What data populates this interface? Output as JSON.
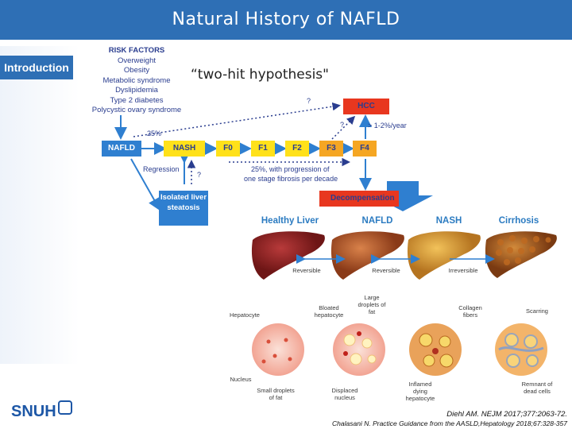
{
  "header": {
    "title": "Natural History of NAFLD"
  },
  "sidebar": {
    "section_label": "Introduction",
    "logo_text": "SNUH"
  },
  "hypothesis": "“two-hit hypothesis\"",
  "risk_factors": {
    "heading": "RISK FACTORS",
    "items": [
      "Overweight",
      "Obesity",
      "Metabolic syndrome",
      "Dyslipidemia",
      "Type 2 diabetes",
      "Polycystic ovary syndrome"
    ]
  },
  "flow": {
    "nafld": "NAFLD",
    "nash": "NASH",
    "f0": "F0",
    "f1": "F1",
    "f2": "F2",
    "f3": "F3",
    "f4": "F4",
    "hcc": "HCC",
    "pct_25": "25%",
    "regression": "Regression",
    "q1": "?",
    "q2": "?",
    "q3": "?",
    "hcc_rate": "> 1-2%/year",
    "progression_l1": "25%, with progression of",
    "progression_l2": "one stage fibrosis per decade",
    "isolated": "Isolated liver steatosis",
    "decompensation": "Decompensation"
  },
  "liver_panel": {
    "titles": [
      "Healthy Liver",
      "NAFLD",
      "NASH",
      "Cirrhosis"
    ],
    "reversible1": "Reversible",
    "reversible2": "Reversible",
    "irreversible": "Irreversible",
    "labels": {
      "hepatocyte": "Hepatocyte",
      "bloated": "Bloated hepatocyte",
      "large_droplets": "Large droplets of fat",
      "collagen": "Collagen fibers",
      "scarring": "Scarring",
      "nucleus": "Nucleus",
      "small_droplets": "Small droplets of fat",
      "displaced": "Displaced nucleus",
      "inflamed": "Inflamed dying hepatocyte",
      "remnant": "Remnant of dead cells"
    }
  },
  "citations": {
    "c1": "Diehl AM. NEJM 2017;377:2063-72.",
    "c2": "Chalasani N. Practice Guidance from the AASLD,Hepatology 2018;67:328-357"
  },
  "colors": {
    "brand_blue": "#2e6fb5",
    "flow_blue": "#2f7fd0",
    "yellow": "#ffe11a",
    "orange": "#f5a623",
    "red": "#e8371f"
  }
}
